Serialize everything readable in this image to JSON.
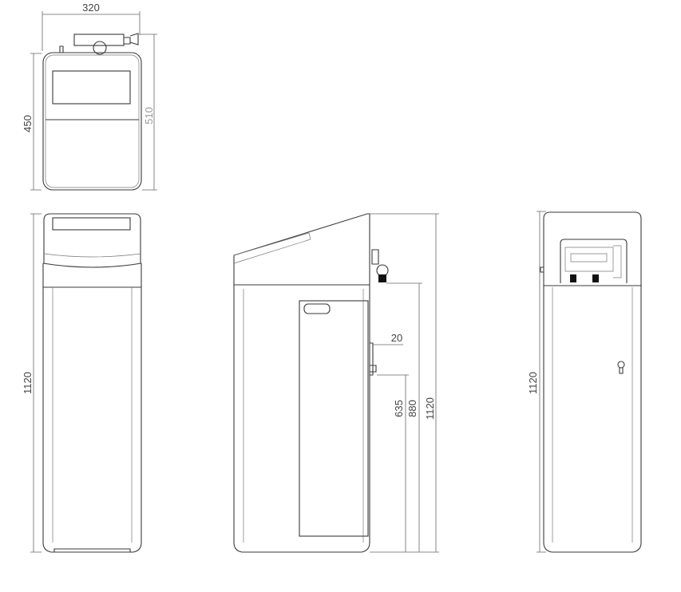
{
  "top_view": {
    "width_label": "320",
    "depth_label": "450",
    "total_depth_label": "510"
  },
  "front_view": {
    "height_label": "1120"
  },
  "side_view": {
    "inlet_offset_label": "20",
    "drain_height_label": "635",
    "inlet_height_label": "880",
    "height_label": "1120"
  },
  "back_view": {
    "height_label": "1120"
  },
  "colors": {
    "line": "#3a3a3a",
    "dimension": "#666666",
    "secondary_text": "#999999"
  }
}
